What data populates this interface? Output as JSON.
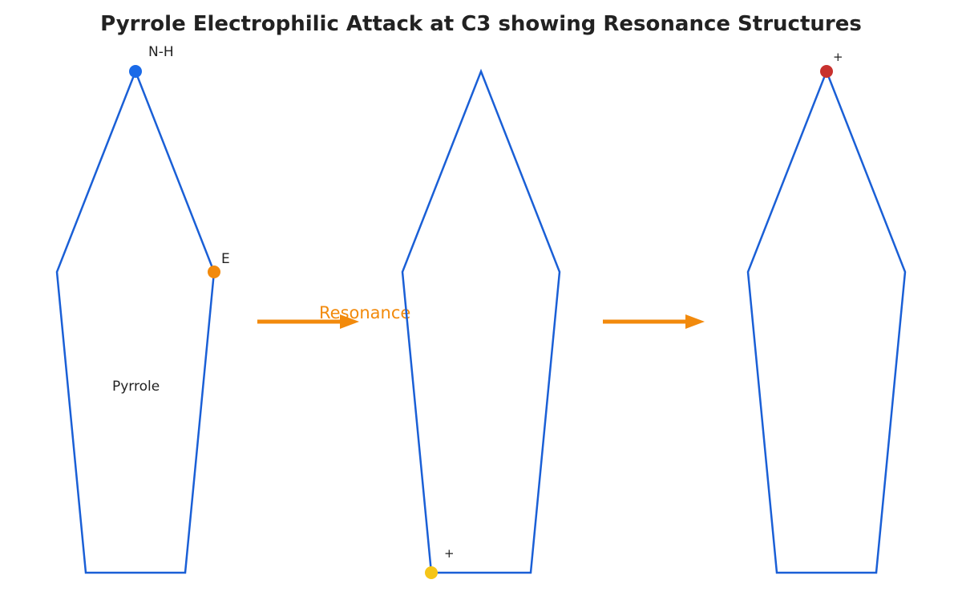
{
  "title": "Pyrrole Electrophilic Attack at C3 showing Resonance Structures",
  "colors": {
    "ring": "#1a5fd6",
    "arrow": "#f28a0c",
    "nitrogen_dot": "#1a6ae8",
    "electrophile_dot": "#f28a0c",
    "cation_dot_bottom": "#f5c518",
    "cation_dot_top": "#c8312e",
    "text": "#222222"
  },
  "structures": [
    {
      "name": "pyrrole",
      "labels": {
        "nitrogen": "N-H",
        "electrophile": "E",
        "molecule": "Pyrrole"
      }
    },
    {
      "name": "resonance-1",
      "labels": {
        "charge": "+"
      }
    },
    {
      "name": "resonance-2",
      "labels": {
        "charge": "+"
      }
    }
  ],
  "arrows": [
    {
      "label": "Resonance"
    },
    {
      "label": ""
    }
  ]
}
